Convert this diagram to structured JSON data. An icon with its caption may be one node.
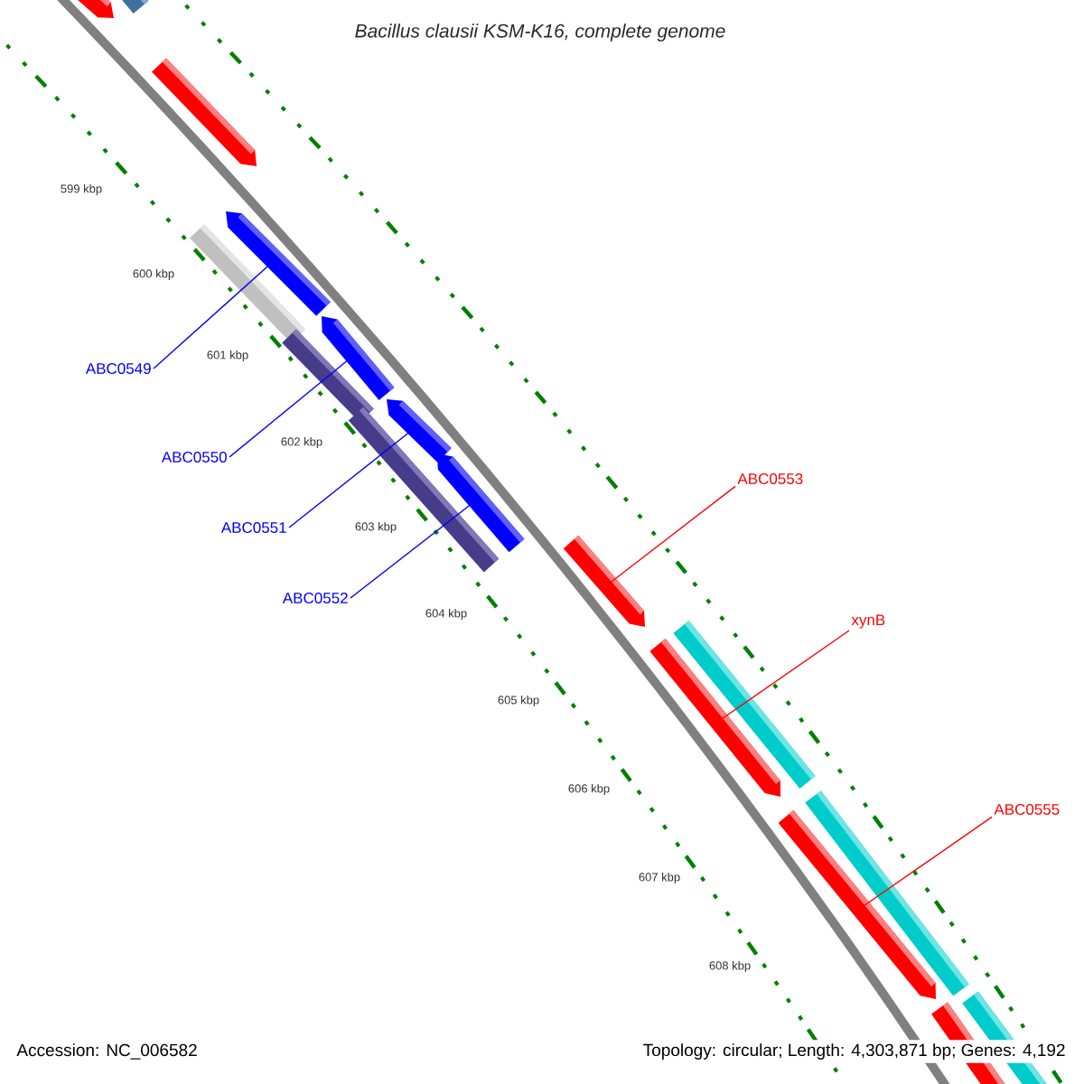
{
  "diagram": {
    "title": "Bacillus clausii KSM-K16, complete genome",
    "nodes": [
      {
        "text": [
          "ABC0549"
        ]
      },
      {
        "text": [
          "ABC0550"
        ]
      },
      {
        "text": [
          "ABC0551"
        ]
      },
      {
        "text": [
          "ABC0552"
        ]
      },
      {
        "text": [
          "ABC0553"
        ]
      },
      {
        "text": [
          "xynB"
        ]
      },
      {
        "text": [
          "ABC0555"
        ]
      },
      {
        "text": [],
        "shape": "bar"
      },
      {
        "text": [],
        "shape": "bar"
      },
      {
        "text": [],
        "shape": "bar"
      },
      {
        "text": [],
        "shape": "bar"
      },
      {
        "text": [],
        "shape": "bar"
      },
      {
        "text": [],
        "shape": "bar"
      },
      {
        "text": [],
        "shape": "bar"
      }
    ],
    "edges": [
      {
        "from": 0,
        "to": 7,
        "arrow": "none"
      },
      {
        "from": 1,
        "to": 8,
        "arrow": "none"
      },
      {
        "from": 2,
        "to": 9,
        "arrow": "none"
      },
      {
        "from": 3,
        "to": 10,
        "arrow": "none"
      },
      {
        "from": 4,
        "to": 11,
        "arrow": "none",
        "color": "#ff0000"
      },
      {
        "from": 5,
        "to": 12,
        "arrow": "none",
        "color": "#ff0000"
      },
      {
        "from": 6,
        "to": 13,
        "arrow": "none",
        "color": "#ff0000"
      }
    ],
    "labels": [
      "599 kbp",
      "600 kbp",
      "601 kbp",
      "602 kbp",
      "603 kbp",
      "604 kbp",
      "605 kbp",
      "606 kbp",
      "607 kbp",
      "608 kbp",
      "Accession: NC_006582",
      "Topology: circular; Length: 4,303,871 bp; Genes: 4,192"
    ]
  }
}
